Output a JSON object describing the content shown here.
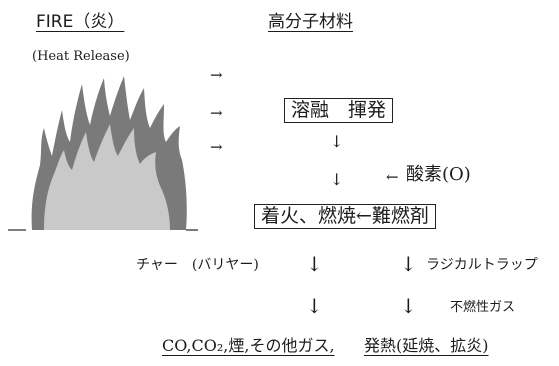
{
  "left": {
    "fire_title": "FIRE（炎）",
    "heat_release": "(Heat Release)"
  },
  "header": {
    "polymer_title": "高分子材料"
  },
  "arrows": {
    "right": "→",
    "down": "↓",
    "left": "←"
  },
  "boxes": {
    "melt_volatilize": "溶融　揮発",
    "ignition_burning": "着火、燃焼←難燃剤"
  },
  "labels": {
    "oxygen": "酸素(O)",
    "char_barrier": "チャー　(バリヤー)",
    "radical_trap": "ラジカルトラップ",
    "nonflammable_gas": "不燃性ガス",
    "products_gas": "CO,CO₂,煙,その他ガス,",
    "heat_generation": "発熱(延焼、拡炎)"
  },
  "colors": {
    "flame_outer": "#7a7a7a",
    "flame_inner": "#c9c9c9",
    "text": "#1c1c1c"
  }
}
